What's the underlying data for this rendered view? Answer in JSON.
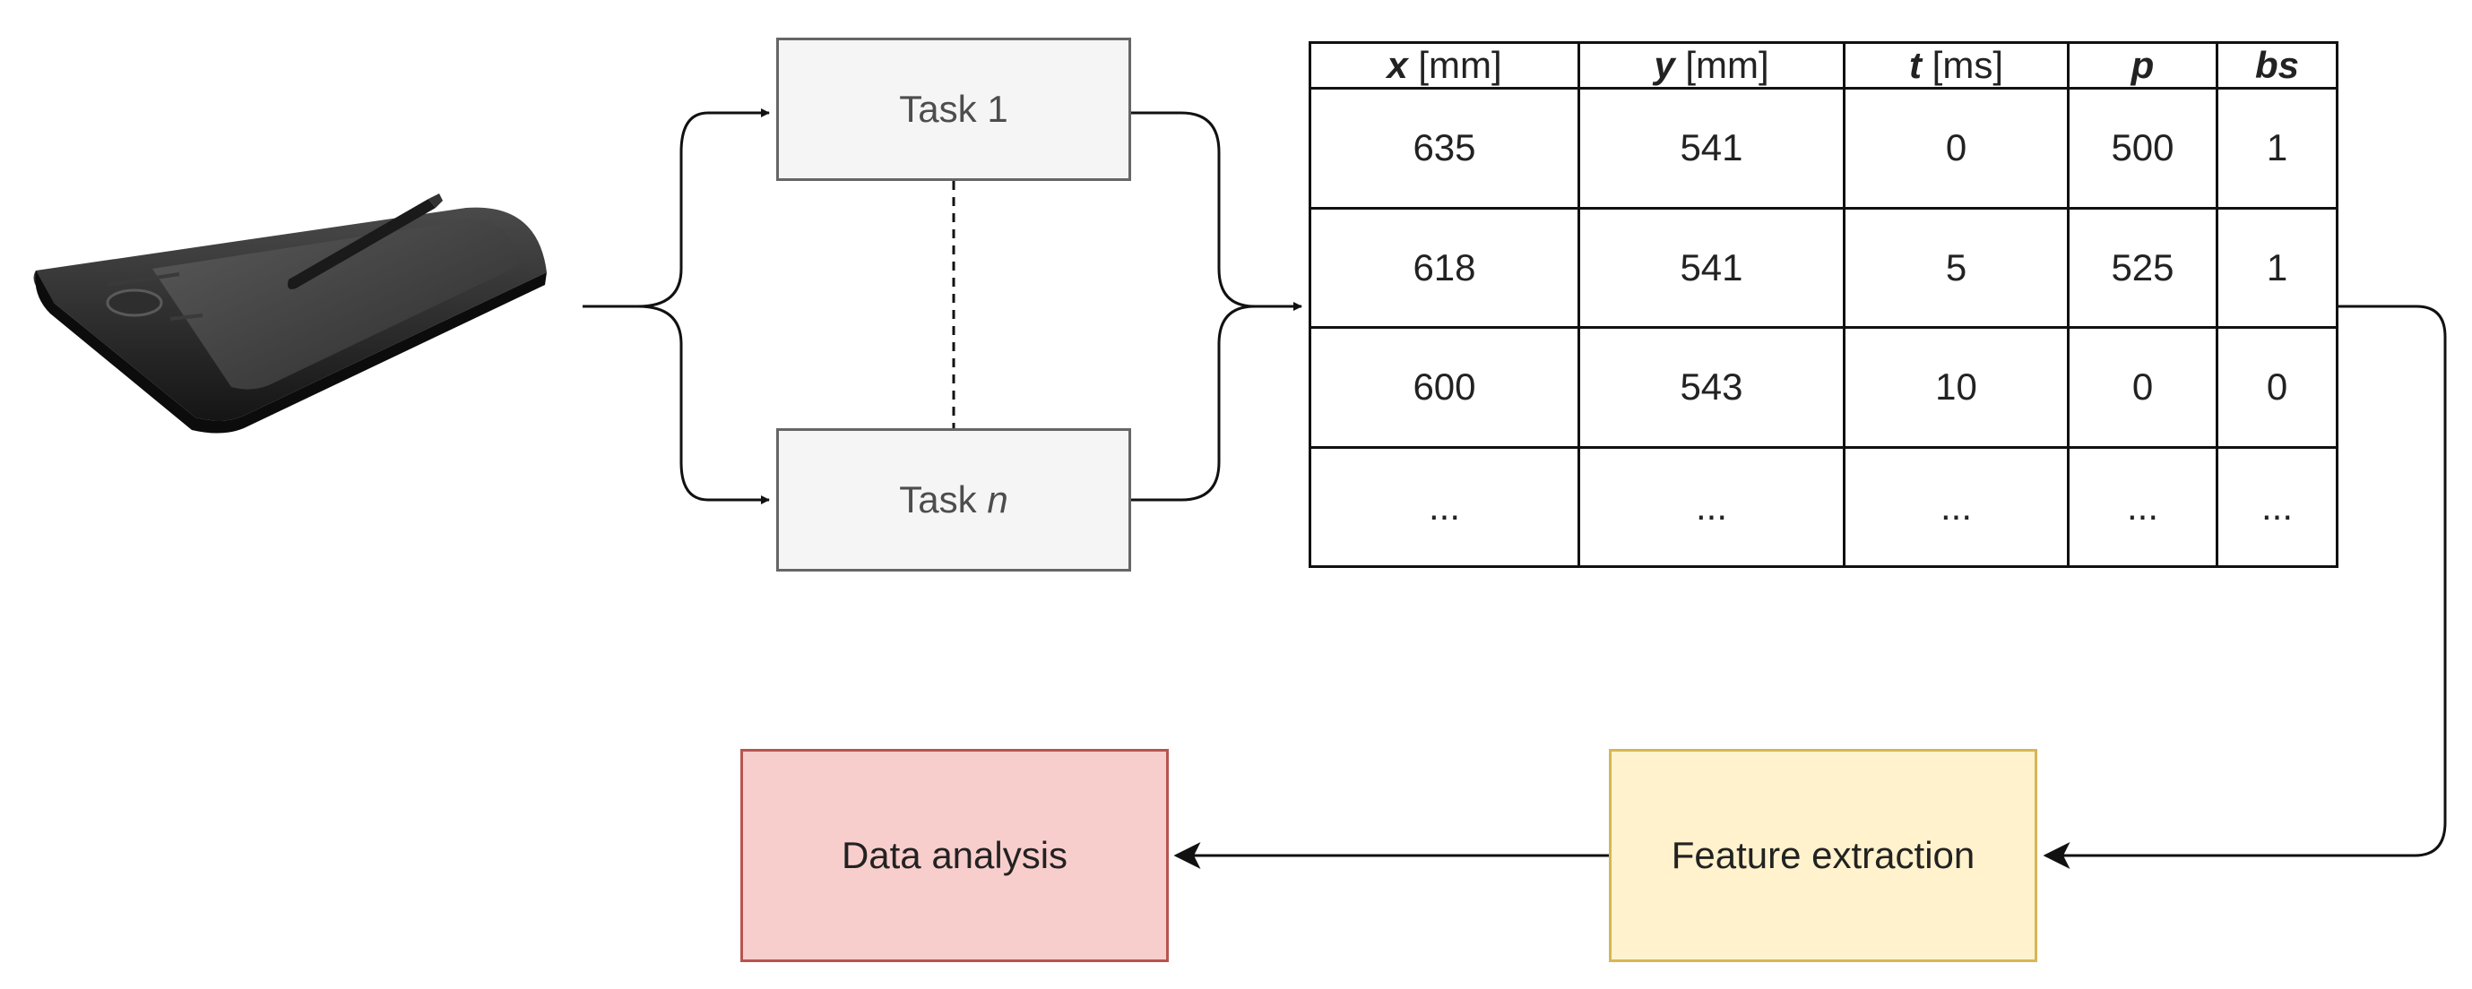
{
  "tasks": {
    "first_prefix": "Task 1",
    "last_prefix": "Task ",
    "last_var": "n"
  },
  "table": {
    "headers": [
      {
        "symbol": "x",
        "unit": " [mm]"
      },
      {
        "symbol": "y",
        "unit": " [mm]"
      },
      {
        "symbol": "t",
        "unit": " [ms]"
      },
      {
        "symbol": "p",
        "unit": ""
      },
      {
        "symbol": "bs",
        "unit": ""
      }
    ],
    "rows": [
      [
        "635",
        "541",
        "0",
        "500",
        "1"
      ],
      [
        "618",
        "541",
        "5",
        "525",
        "1"
      ],
      [
        "600",
        "543",
        "10",
        "0",
        "0"
      ],
      [
        "...",
        "...",
        "...",
        "...",
        "..."
      ]
    ]
  },
  "steps": {
    "feature_extraction": "Feature extraction",
    "data_analysis": "Data analysis"
  },
  "colors": {
    "task_fill": "#f5f5f5",
    "feature_fill": "#fff2cc",
    "feature_border": "#d6b656",
    "analysis_fill": "#f8cecc",
    "analysis_border": "#b85450"
  },
  "icons": {
    "tablet": "graphics-tablet-with-stylus-icon"
  }
}
